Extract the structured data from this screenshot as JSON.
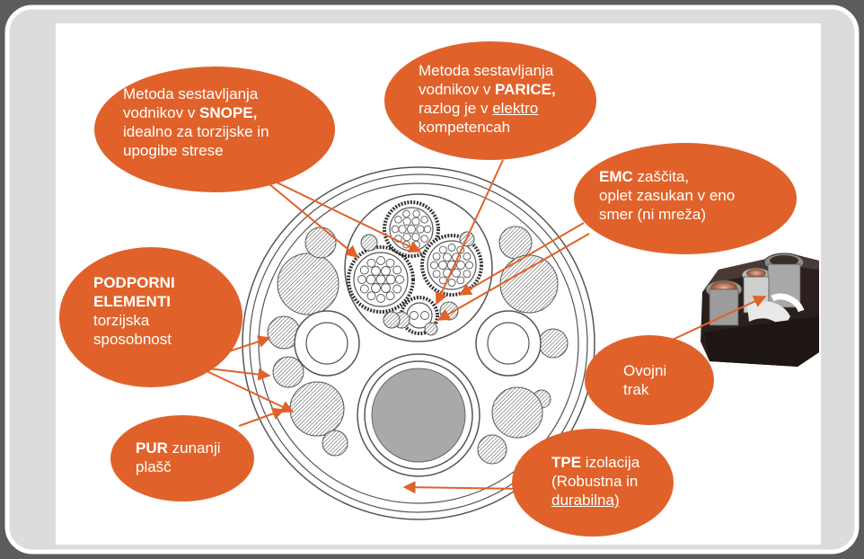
{
  "colors": {
    "accent": "#e0622a",
    "frame_outer": "#5c5c5c",
    "frame_inner": "#dcdcdc",
    "panel": "#ffffff",
    "hatch": "#555555"
  },
  "labels": {
    "snope": {
      "line1": "Metoda sestavljanja",
      "line2_pre": "vodnikov v ",
      "line2_bold": "SNOPE,",
      "line3": "idealno za torzijske in",
      "line4": "upogibe strese"
    },
    "parice": {
      "line1": "Metoda sestavljanja",
      "line2_pre": "vodnikov v ",
      "line2_bold": "PARICE,",
      "line3_pre": "razlog je v ",
      "line3_underline": "elektro",
      "line4": "kompetencah"
    },
    "emc": {
      "line1_bold": "EMC",
      "line1_rest": " zaščita,",
      "line2": "oplet zasukan  v eno",
      "line3": "smer (ni mreža)"
    },
    "podporni": {
      "line1": "PODPORNI",
      "line2": "ELEMENTI",
      "line3": "torzijska",
      "line4": "sposobnost"
    },
    "ovojni": {
      "line1": "Ovojni",
      "line2": "trak"
    },
    "pur": {
      "line1_bold": "PUR",
      "line1_rest": " zunanji",
      "line2": "plašč"
    },
    "tpe": {
      "line1_bold": "TPE",
      "line1_rest": " izolacija",
      "line2": "(Robustna in",
      "line3": "durabilna)"
    }
  },
  "icons": {
    "cable_photo": "cable-photo-icon"
  }
}
